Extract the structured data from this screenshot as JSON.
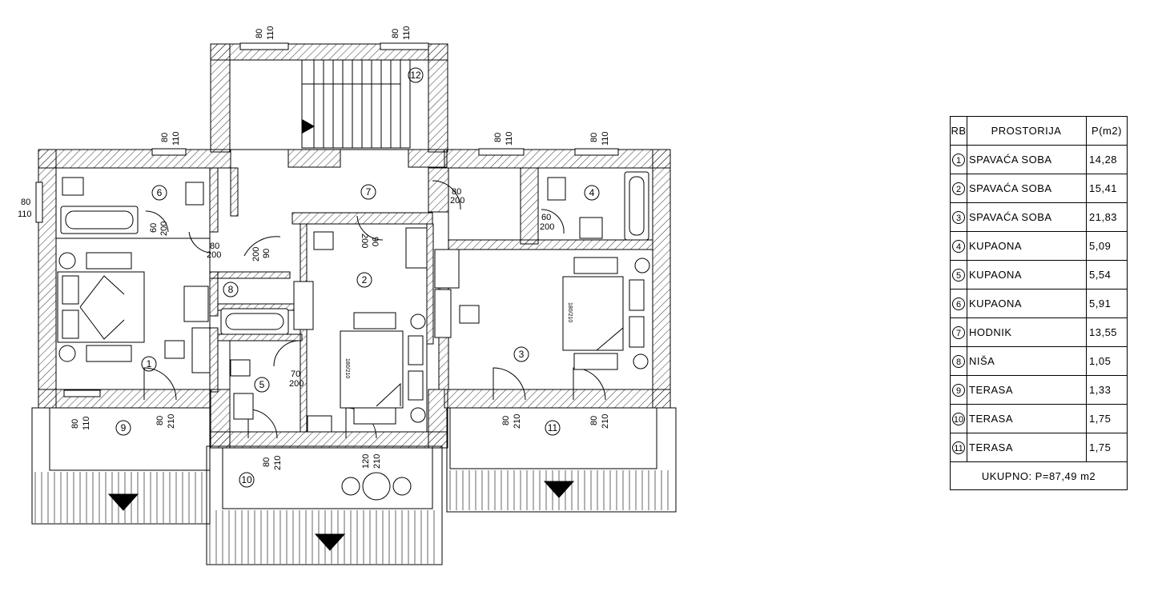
{
  "rooms": [
    {
      "id": "1",
      "name": "SPAVAĆA SOBA",
      "area": "14,28"
    },
    {
      "id": "2",
      "name": "SPAVAĆA SOBA",
      "area": "15,41"
    },
    {
      "id": "3",
      "name": "SPAVAĆA SOBA",
      "area": "21,83"
    },
    {
      "id": "4",
      "name": "KUPAONA",
      "area": "5,09"
    },
    {
      "id": "5",
      "name": "KUPAONA",
      "area": "5,54"
    },
    {
      "id": "6",
      "name": "KUPAONA",
      "area": "5,91"
    },
    {
      "id": "7",
      "name": "HODNIK",
      "area": "13,55"
    },
    {
      "id": "8",
      "name": "NIŠA",
      "area": "1,05"
    },
    {
      "id": "9",
      "name": "TERASA",
      "area": "1,33"
    },
    {
      "id": "10",
      "name": "TERASA",
      "area": "1,75"
    },
    {
      "id": "11",
      "name": "TERASA",
      "area": "1,75"
    }
  ],
  "table": {
    "col_rb": "RB",
    "col_room": "PROSTORIJA",
    "col_area": "P(m2)",
    "total": "UKUPNO:  P=87,49  m2"
  },
  "plan": {
    "room_numbers": [
      "1",
      "2",
      "3",
      "4",
      "5",
      "6",
      "7",
      "8",
      "9",
      "10",
      "11",
      "12"
    ],
    "window_labels": [
      {
        "top": "80",
        "bottom": "110"
      },
      {
        "top": "80",
        "bottom": "110"
      },
      {
        "top": "80",
        "bottom": "110"
      },
      {
        "top": "80",
        "bottom": "110"
      },
      {
        "top": "80",
        "bottom": "110"
      },
      {
        "top": "80",
        "bottom": "110"
      },
      {
        "top": "80",
        "bottom": "110"
      }
    ],
    "door_labels": [
      {
        "top": "80",
        "bottom": "200"
      },
      {
        "top": "60",
        "bottom": "200"
      },
      {
        "top": "80",
        "bottom": "200"
      },
      {
        "top": "60",
        "bottom": "200"
      },
      {
        "top": "70",
        "bottom": "200"
      },
      {
        "top": "90",
        "bottom": "200"
      },
      {
        "top": "90",
        "bottom": "200"
      },
      {
        "top": "80",
        "bottom": "210"
      },
      {
        "top": "80",
        "bottom": "210"
      },
      {
        "top": "80",
        "bottom": "210"
      },
      {
        "top": "80",
        "bottom": "210"
      },
      {
        "top": "120",
        "bottom": "210"
      }
    ],
    "bed_labels": [
      "180/210",
      "180/210"
    ]
  }
}
